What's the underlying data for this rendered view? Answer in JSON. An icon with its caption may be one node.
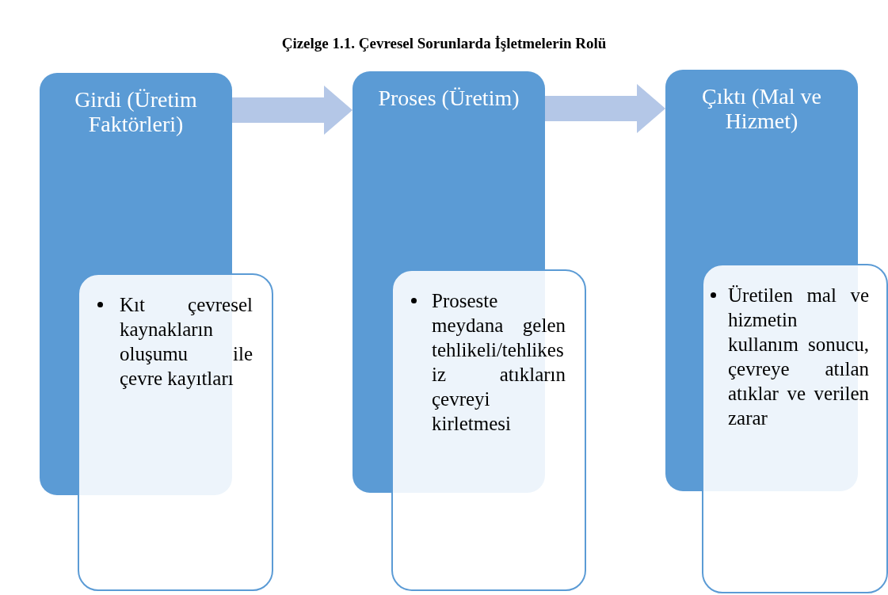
{
  "diagram": {
    "title": "Çizelge 1.1. Çevresel Sorunlarda İşletmelerin Rolü",
    "nodes": [
      {
        "text": [
          "Girdi (Üretim Faktörleri)"
        ]
      },
      {
        "text": [
          "Proses (Üretim)"
        ]
      },
      {
        "text": [
          "Çıktı (Mal ve Hizmet)"
        ]
      },
      {
        "text": [
          "Kıt çevresel kaynakların oluşumu ile çevre kayıtları"
        ]
      },
      {
        "text": [
          "Proseste meydana gelen tehlikeli/tehlikesiz atıkların çevreyi kirletmesi"
        ]
      },
      {
        "text": [
          "Üretilen mal ve hizmetin kullanım sonucu, çevreye atılan atıklar ve verilen zarar"
        ]
      }
    ],
    "edges": [
      {
        "from": 0,
        "to": 1,
        "arrow": "to"
      },
      {
        "from": 1,
        "to": 2,
        "arrow": "to"
      }
    ]
  }
}
